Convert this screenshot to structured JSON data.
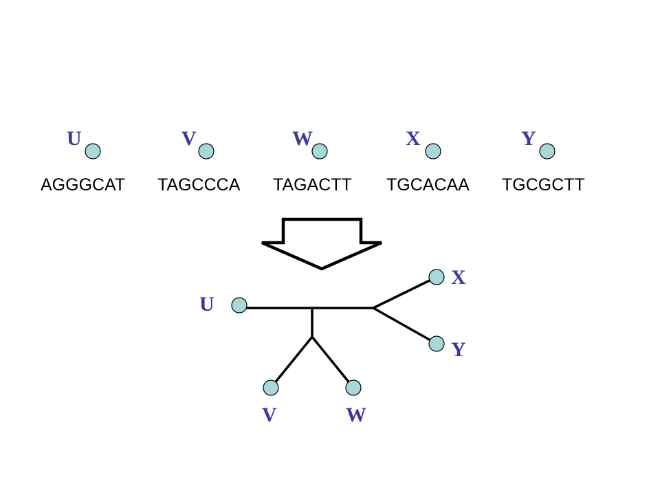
{
  "taxa": [
    {
      "id": "U",
      "sequence": "AGGGCAT"
    },
    {
      "id": "V",
      "sequence": "TAGCCCA"
    },
    {
      "id": "W",
      "sequence": "TAGACTT"
    },
    {
      "id": "X",
      "sequence": "TGCACAA"
    },
    {
      "id": "Y",
      "sequence": "TGCGCTT"
    }
  ],
  "tree": {
    "leaves": {
      "U": "U",
      "V": "V",
      "W": "W",
      "X": "X",
      "Y": "Y"
    }
  },
  "colors": {
    "label": "#3a3a9a",
    "node_fill": "#a8d8d8",
    "stroke": "#000000"
  }
}
